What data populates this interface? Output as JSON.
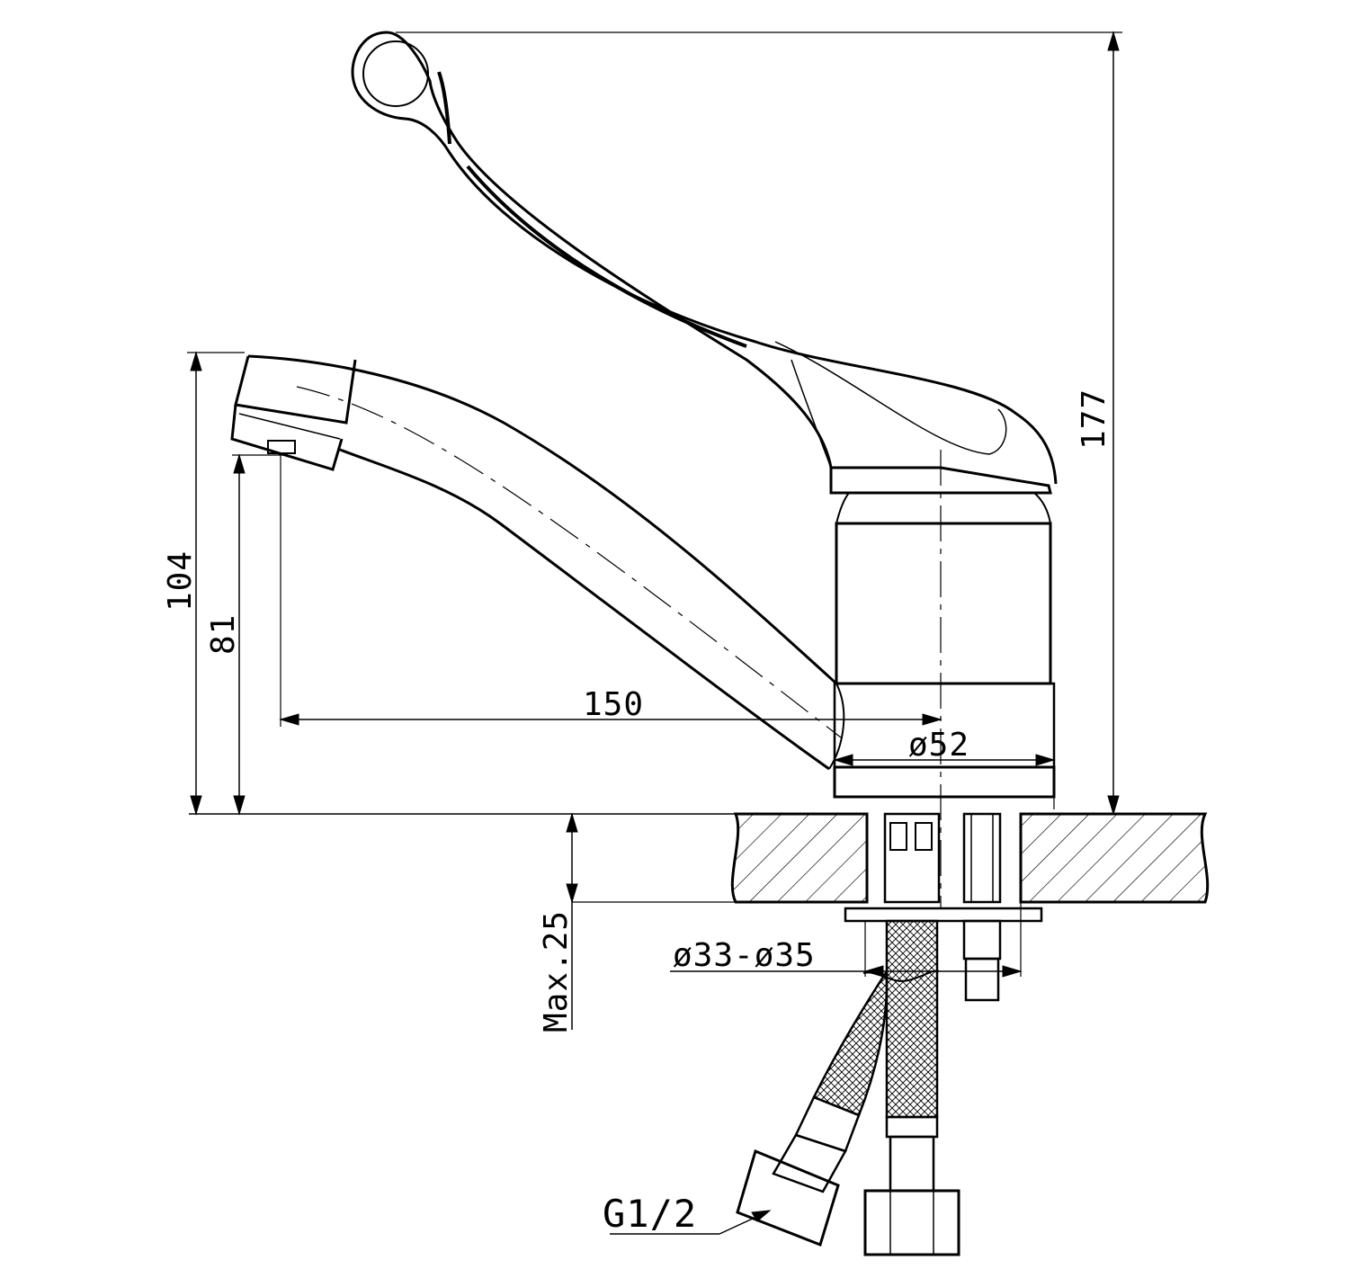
{
  "dimensions": {
    "overall_height": "177",
    "spout_height": "104",
    "outlet_height": "81",
    "spout_reach": "150",
    "body_diameter": "ø52",
    "max_thickness": "Max.25",
    "hole_diameter": "ø33-ø35",
    "connection_thread": "G1/2"
  },
  "colors": {
    "line": "#000000",
    "background": "#ffffff"
  }
}
